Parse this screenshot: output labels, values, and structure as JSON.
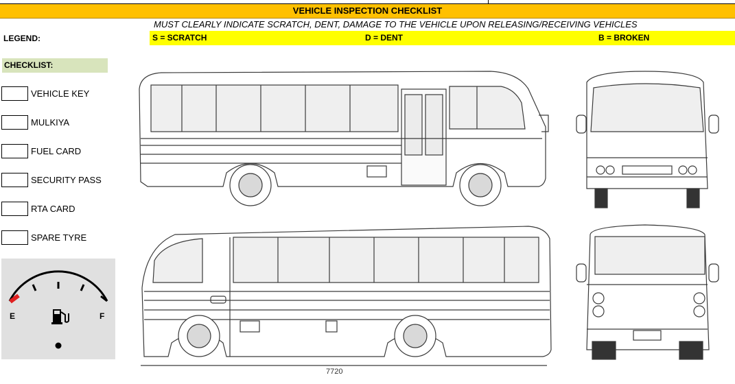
{
  "header": {
    "title": "VEHICLE INSPECTION CHECKLIST",
    "subtitle": "MUST CLEARLY INDICATE SCRATCH, DENT, DAMAGE TO THE VEHICLE UPON RELEASING/RECEIVING VEHICLES"
  },
  "legend": {
    "label": "LEGEND:",
    "items": [
      "S = SCRATCH",
      "D = DENT",
      "B = BROKEN"
    ]
  },
  "checklist": {
    "heading": "CHECKLIST:",
    "items": [
      "VEHICLE KEY",
      "MULKIYA",
      "FUEL CARD",
      "SECURITY PASS",
      "RTA CARD",
      "SPARE TYRE"
    ]
  },
  "fuel_gauge": {
    "empty_label": "E",
    "full_label": "F",
    "level_fraction": 0.0,
    "needle_color": "#e02020",
    "icon": "fuel-pump-icon"
  },
  "diagram": {
    "dimension_label": "7720"
  },
  "colors": {
    "title_bar": "#ffc000",
    "legend_bar": "#ffff00",
    "checklist_head": "#d8e4bc",
    "gauge_bg": "#e0e0e0"
  }
}
